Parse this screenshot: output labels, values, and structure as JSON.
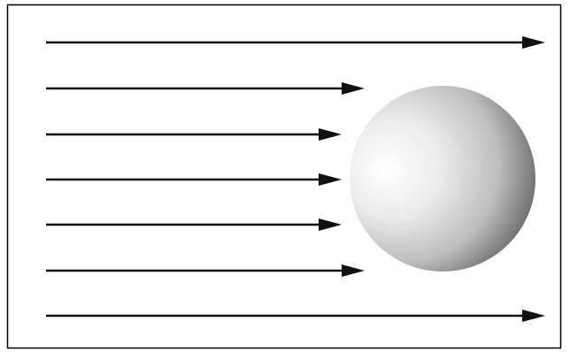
{
  "diagram": {
    "description_visible_text": "",
    "colors": {
      "background": "#ffffff",
      "frame": "#000000",
      "arrow": "#111111",
      "sphere_highlight": "#ffffff",
      "sphere_mid": "#d6d6d6",
      "sphere_shadow": "#5e5e5e"
    },
    "arrows": [
      {
        "id": "arrow-1",
        "passes_object": true
      },
      {
        "id": "arrow-2",
        "passes_object": false
      },
      {
        "id": "arrow-3",
        "passes_object": false
      },
      {
        "id": "arrow-4",
        "passes_object": false
      },
      {
        "id": "arrow-5",
        "passes_object": false
      },
      {
        "id": "arrow-6",
        "passes_object": false
      },
      {
        "id": "arrow-7",
        "passes_object": true
      }
    ],
    "object": {
      "shape": "sphere",
      "shading": "lit-from-left"
    }
  }
}
